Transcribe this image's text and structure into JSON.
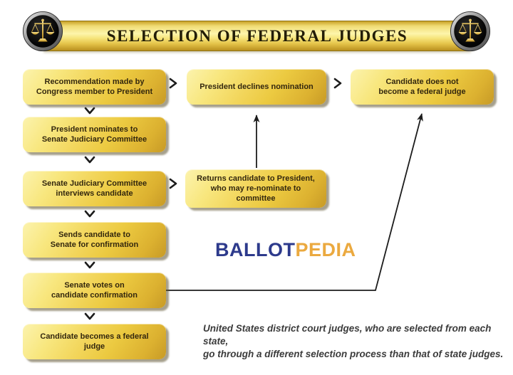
{
  "header": {
    "title": "SELECTION OF FEDERAL JUDGES"
  },
  "logo": {
    "ballot": "BALLOT",
    "pedia": "PEDIA"
  },
  "nodes": {
    "recommendation": "Recommendation made by\nCongress member to President",
    "nominates": "President nominates to\nSenate Judiciary Committee",
    "interviews": "Senate Judiciary Committee\ninterviews candidate",
    "sends": "Sends candidate to\nSenate for confirmation",
    "votes": "Senate votes on\ncandidate confirmation",
    "becomes": "Candidate becomes a federal judge",
    "declines": "President declines nomination",
    "returns": "Returns candidate to President,\nwho may re-nominate to committee",
    "not_become": "Candidate does not\nbecome a federal judge"
  },
  "footnote": "United States district court judges, who are selected from each state,\ngo through a different selection process than that of state judges.",
  "colors": {
    "box_gold_light": "#fcf3ae",
    "box_gold": "#f0d45c",
    "box_gold_dark": "#c79a26",
    "box_text": "#33270e",
    "banner_gold": "#fdf5ab",
    "title_text": "#231d07",
    "logo_navy": "#2d3a8c",
    "logo_gold": "#eba93f",
    "arrow": "#1c1c1c",
    "footnote_text": "#3b3b3b"
  }
}
